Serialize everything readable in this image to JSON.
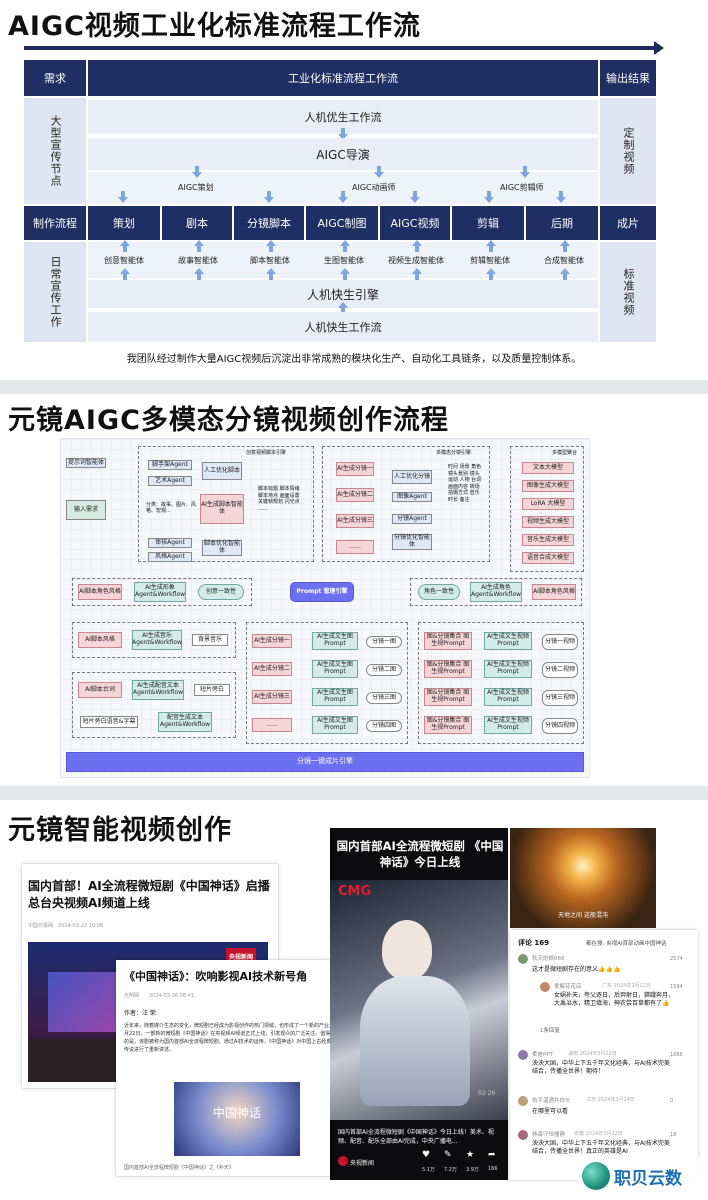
{
  "s1": {
    "title": "AIGC视频工业化标准流程工作流",
    "hdr": [
      "需求",
      "工业化标准流程工作流",
      "输出结果"
    ],
    "left_top": "大型宣传节点",
    "left_bot": "日常宣传工作",
    "right_top": "定制视频",
    "right_bot": "标准视频",
    "top_rows": [
      "人机优生工作流",
      "AIGC导演"
    ],
    "agents_top": [
      "AIGC策划",
      "AIGC动画师",
      "AIGC剪辑师"
    ],
    "mid_left": "制作流程",
    "mid_right": "成片",
    "stages": [
      "策划",
      "剧本",
      "分镜脚本",
      "AIGC制图",
      "AIGC视频",
      "剪辑",
      "后期"
    ],
    "agents_bot": [
      "创意智能体",
      "故事智能体",
      "脚本智能体",
      "生图智能体",
      "视频生成智能体",
      "剪辑智能体",
      "合成智能体"
    ],
    "bot_rows": [
      "人机快生引擎",
      "人机快生工作流"
    ],
    "caption": "我团队经过制作大量AIGC视频后沉淀出非常成熟的模块化生产、自动化工具链条，以及质量控制体系。"
  },
  "s2": {
    "title": "元镜AIGC多模态分镜视频创作流程",
    "g1": "创意视频脚本引擎",
    "g2": "多模态分镜引擎",
    "g3": "多模型聚合",
    "models": [
      "文本大模型",
      "图像生成大模型",
      "LoRA 大模型",
      "视频生成大模型",
      "音乐生成大模型",
      "语音合成大模型"
    ],
    "l1": [
      "提示词智能体",
      "输入需求"
    ],
    "agents": [
      "脚手架Agent",
      "艺术Agent",
      "审核Agent",
      "风格Agent"
    ],
    "ai_script": "AI生成脚本智能体",
    "human_opt": "人工优化脚本",
    "script_opt": "脚本优化智能体",
    "fields": "分类：故事、图片、风格、宏观...",
    "attrs": "脚本标题 脚本情绪 脚本地点 画面设置 关键帧规划 闪光点 ……",
    "shots": [
      "AI生成分镜一",
      "AI生成分镜二",
      "AI生成分镜三",
      "……"
    ],
    "mid_btns": [
      "人工优化分镜",
      "图像Agent",
      "分镜Agent",
      "分镜优化智能体"
    ],
    "shot_attrs": "时间 场景 角色 镜头景别 镜头运动 人物 台词 画面内容 转场 拍摄方式 音乐 时长 备注",
    "bar_left": [
      "AI脚本角色风格",
      "AI生成形象 Agent&Workflow",
      "创意一致性"
    ],
    "prompt": "Prompt 管理引擎",
    "bar_right": [
      "角色一致性",
      "AI生成角色 Agent&Workflow",
      "AI脚本角色风格"
    ],
    "music": [
      "AI脚本风格",
      "AI生成音乐 Agent&Workflow",
      "背景音乐"
    ],
    "voice": [
      "AI脚本台词",
      "AI生成配音文本 Agent&Workflow",
      "短片旁白",
      "配音生成文本 Agent&Workflow",
      "短片旁白语音&字幕"
    ],
    "gen_shots": [
      "AI生成分镜一",
      "AI生成分镜二",
      "AI生成分镜三",
      "……"
    ],
    "prompts": [
      "AI生成文生图 Prompt",
      "AI生成文生图 Prompt",
      "AI生成文生图 Prompt",
      "AI生成文生图 Prompt"
    ],
    "imgs": [
      "分镜一图",
      "分镜二图",
      "分镜三图",
      "分镜四图"
    ],
    "vid_prompts": [
      "图&分镜集合 图生视Prompt",
      "图&分镜集合 图生视Prompt",
      "图&分镜集合 图生视Prompt",
      "图&分镜集合 图生视Prompt"
    ],
    "vid_gen": [
      "AI生成文生视频 Prompt",
      "AI生成文生视频 Prompt",
      "AI生成文生视频 Prompt",
      "AI生成文生视频 Prompt"
    ],
    "vids": [
      "分镜一视频",
      "分镜二视频",
      "分镜三视频",
      "分镜四视频"
    ],
    "final": "分镜一键成片引擎"
  },
  "s3": {
    "title": "元镜智能视频创作",
    "n1_title": "国内首部！AI全流程微短剧《中国神话》启播 总台央视频AI频道上线",
    "n1_meta": "中国日报网　2024-03-22 10:08",
    "n2_title": "《中国神话》：吹响影视AI技术新号角",
    "n2_meta": "光明网　　2024-03-26 08:41",
    "n2_author": "作者：汪 荣",
    "n2_body": "近年来，随着媒介生态的变化，微短剧已经成为影视创作的热门领域，也形成了一个新的产业。3月22日，一部新的微短剧《中国神话》在央视频AI频道正式上线，引发观众的广泛关注。值得注意的是，该剧被称为国内首部AI全流程微短剧。通过AI技术的运用，《中国神话》对中国上古经典神话传说进行了重新讲述。",
    "n2_img": "中国神话",
    "n2_foot": "国内首部AI全流程微短剧《中国神话》之《补天》",
    "badge": "央视新闻",
    "phone_title": "国内首部AI全流程微短剧 《中国神话》今日上线",
    "cmg": "CMG",
    "phone_caption": "国内首部AI全流程微短剧《中国神话》今日上线！美术、视频、配音、配乐全部由AI完成，中央广播电...",
    "phone_src": "央视新闻",
    "phone_time": "02:26",
    "phone_stats": [
      "5.1万",
      "7.2万",
      "3.9万",
      "166"
    ],
    "subtitle": "天地之间 这般混沌",
    "comments_hdr": "评论 169",
    "comments_link": "都在搜: 央视AI首部动画中国神话",
    "comments": [
      {
        "name": "秋天的枫666",
        "text": "这才是微短剧存在的意义👍👍👍",
        "likes": "2574"
      },
      {
        "name": "爱解花花店",
        "meta": "广东 2024年3月22日",
        "text": "女娲补天，夸父逐日，后羿射日，嫦娥奔月，大禹治水，精卫填海，神农尝百草都有了👍",
        "likes": "1594"
      },
      {
        "more": "1条回复"
      },
      {
        "name": "柔是PPT",
        "meta": "湖南 2024年3月22日",
        "text": "泱泱大国，中华上下五千年文化经典，与AI技术完美结合，传播全世界！期待！",
        "likes": "1886"
      },
      {
        "name": "执手温酒共白头",
        "meta": "江苏 2024年3月24日",
        "text": "在哪里可以看",
        "likes": "0"
      },
      {
        "name": "林森守恒撞静",
        "meta": "安徽 2024年3月22日",
        "text": "泱泱大国，中华上下五千年文化经典，与AI技术完美结合，传播全世界！真正的英雄是AI",
        "likes": "18"
      }
    ]
  },
  "logo": "职贝云数"
}
